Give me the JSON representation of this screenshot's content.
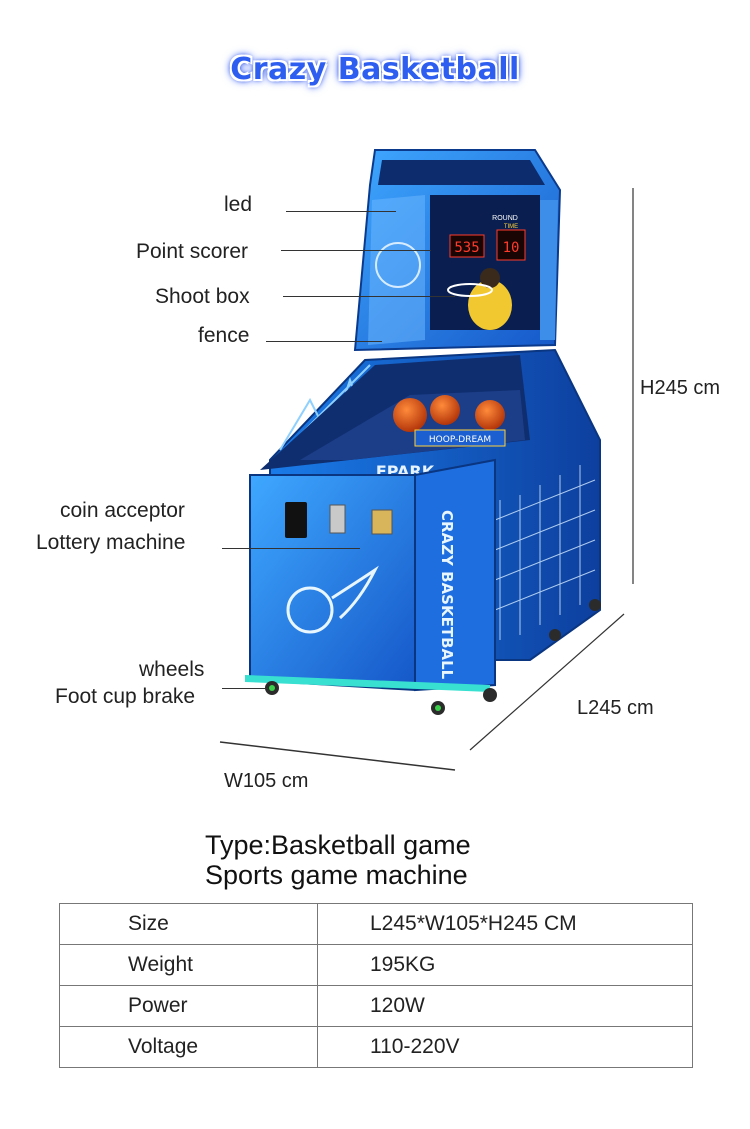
{
  "title": "Crazy Basketball",
  "machine": {
    "front_text": "CRAZY BASKETBALL",
    "score_display": "535",
    "time_display": "10",
    "round_label": "ROUND",
    "time_label": "TIME",
    "hoop_sign": "HOOP-DREAM",
    "brand_mark": "EPARK"
  },
  "callouts": {
    "led": "led",
    "point_scorer": "Point scorer",
    "shoot_box": "Shoot box",
    "fence": "fence",
    "coin_acceptor": "coin acceptor",
    "lottery_machine": "Lottery machine",
    "wheels": "wheels",
    "foot_cup_brake": "Foot cup brake"
  },
  "dimensions": {
    "height": "H245 cm",
    "length": "L245 cm",
    "width": "W105 cm"
  },
  "type_line1": "Type:Basketball game",
  "type_line2": "Sports game machine",
  "specs": [
    {
      "key": "Size",
      "value": "L245*W105*H245 CM"
    },
    {
      "key": "Weight",
      "value": "195KG"
    },
    {
      "key": "Power",
      "value": "120W"
    },
    {
      "key": "Voltage",
      "value": "110-220V"
    }
  ]
}
